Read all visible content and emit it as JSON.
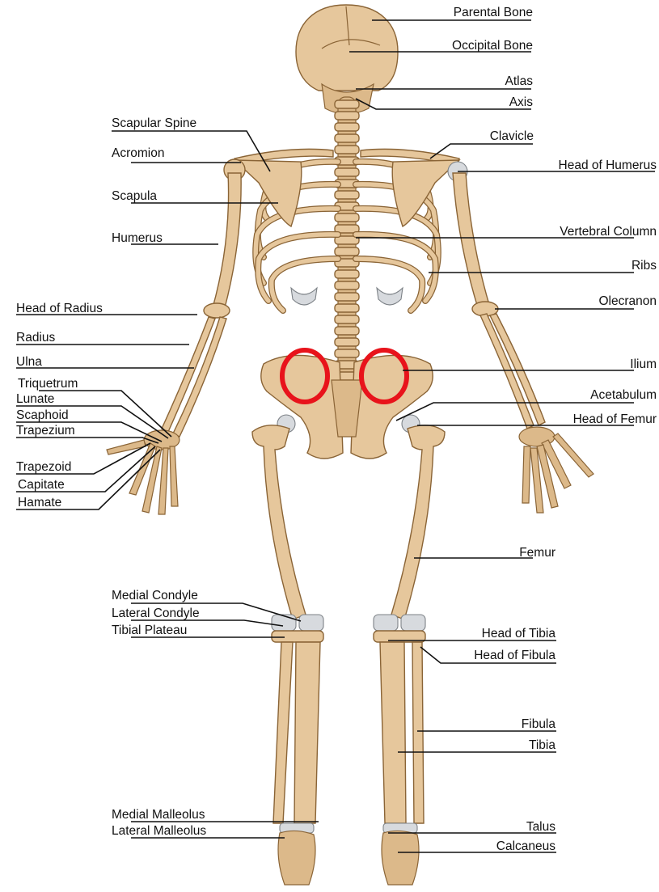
{
  "labels": {
    "parental_bone": "Parental Bone",
    "occipital_bone": "Occipital Bone",
    "atlas": "Atlas",
    "axis": "Axis",
    "scapular_spine": "Scapular Spine",
    "clavicle": "Clavicle",
    "acromion": "Acromion",
    "head_of_humerus": "Head of Humerus",
    "scapula": "Scapula",
    "humerus": "Humerus",
    "vertebral_column": "Vertebral Column",
    "ribs": "Ribs",
    "head_of_radius": "Head of Radius",
    "olecranon": "Olecranon",
    "radius": "Radius",
    "ulna": "Ulna",
    "ilium": "Ilium",
    "triquetrum": "Triquetrum",
    "lunate": "Lunate",
    "scaphoid": "Scaphoid",
    "trapezium": "Trapezium",
    "acetabulum": "Acetabulum",
    "head_of_femur": "Head of Femur",
    "trapezoid": "Trapezoid",
    "capitate": "Capitate",
    "hamate": "Hamate",
    "femur": "Femur",
    "medial_condyle": "Medial Condyle",
    "lateral_condyle": "Lateral Condyle",
    "tibial_plateau": "Tibial Plateau",
    "head_of_tibia": "Head of Tibia",
    "head_of_fibula": "Head of Fibula",
    "fibula": "Fibula",
    "tibia": "Tibia",
    "medial_malleolus": "Medial Malleolus",
    "lateral_malleolus": "Lateral Malleolus",
    "talus": "Talus",
    "calcaneus": "Calcaneus"
  },
  "colors": {
    "bone": "#e6c79c",
    "cartilage": "#d7dade",
    "highlight": "#e8131b",
    "text": "#111111"
  }
}
